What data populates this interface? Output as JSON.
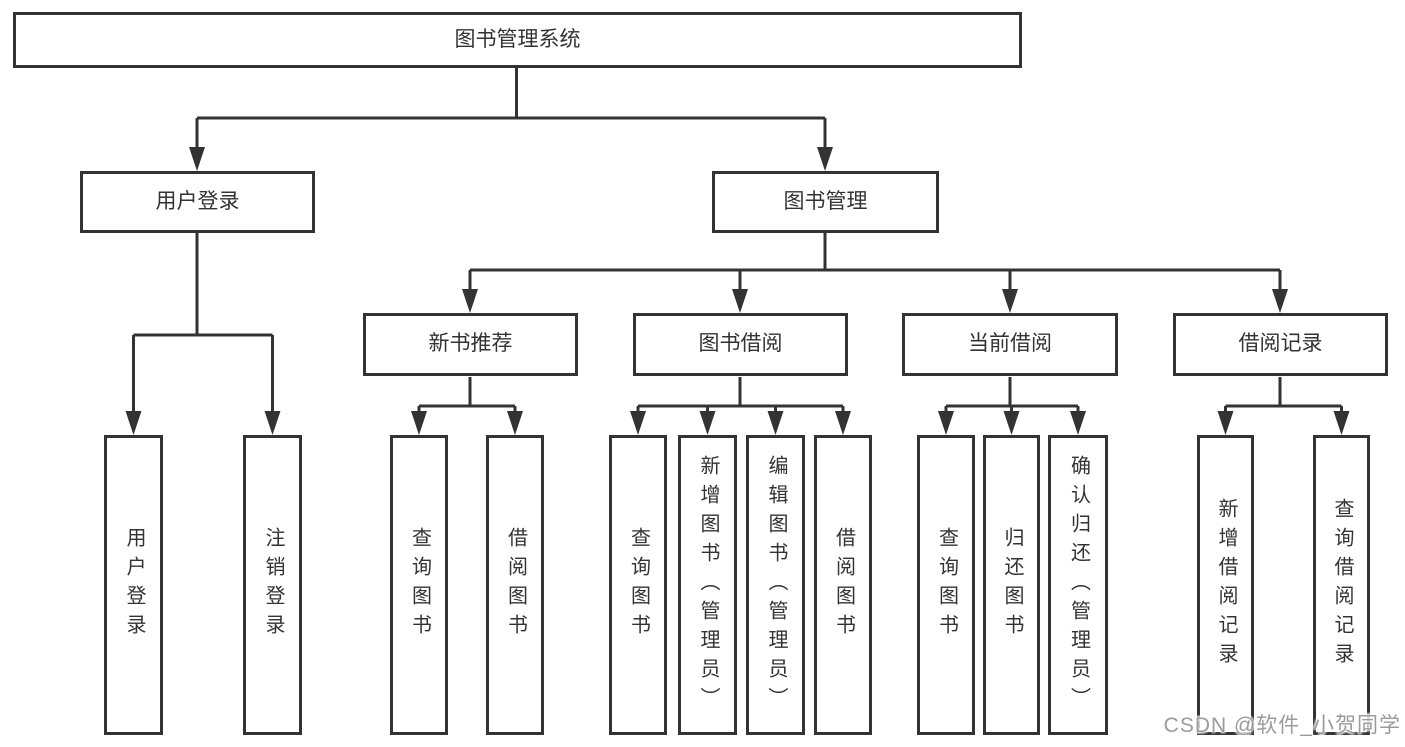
{
  "watermark": {
    "text": "CSDN @软件_小贺同学",
    "color": "#9b9b9b"
  },
  "colors": {
    "line": "#333333",
    "text": "#333333",
    "background": "#ffffff"
  },
  "tree": {
    "label": "图书管理系统",
    "children": [
      {
        "label": "用户登录",
        "children": [
          {
            "label": "用户登录"
          },
          {
            "label": "注销登录"
          }
        ]
      },
      {
        "label": "图书管理",
        "children": [
          {
            "label": "新书推荐",
            "children": [
              {
                "label": "查询图书"
              },
              {
                "label": "借阅图书"
              }
            ]
          },
          {
            "label": "图书借阅",
            "children": [
              {
                "label": "查询图书"
              },
              {
                "label": "新增图书（管理员）"
              },
              {
                "label": "编辑图书（管理员）"
              },
              {
                "label": "借阅图书"
              }
            ]
          },
          {
            "label": "当前借阅",
            "children": [
              {
                "label": "查询图书"
              },
              {
                "label": "归还图书"
              },
              {
                "label": "确认归还（管理员）"
              }
            ]
          },
          {
            "label": "借阅记录",
            "children": [
              {
                "label": "新增借阅记录"
              },
              {
                "label": "查询借阅记录"
              }
            ]
          }
        ]
      }
    ]
  }
}
